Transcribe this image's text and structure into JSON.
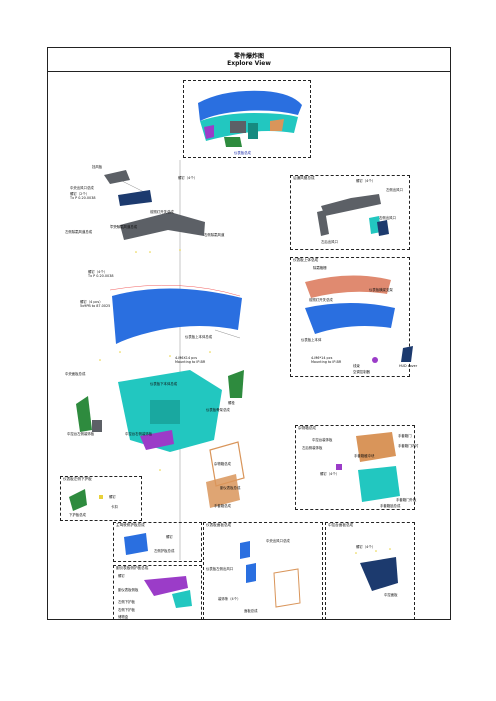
{
  "header": {
    "title_cn": "零件爆炸图",
    "title_en": "Explore View"
  },
  "top_assembly": {
    "caption": "仪表板总成"
  },
  "main": {
    "labels": [
      "挡风板",
      "中央出风口总成",
      "螺钉（4个）",
      "前照灯开关总成",
      "左侧除霜风道总成",
      "中央除霜风道总成",
      "右侧除霜风道",
      "仪表板上本体总成",
      "仪表板下本体总成",
      "中央面板总成",
      "仪表板骨架总成",
      "螺栓",
      "中控台左侧装饰板",
      "中控台右侧装饰板",
      "杂物箱总成",
      "副仪表板总成",
      "手套箱总成"
    ],
    "callouts": [
      "螺钉（2个）",
      "Tx P 0.20.0038",
      "螺钉（4个）",
      "Tx P 0.20.0038",
      "螺钉（4 pcs）",
      "5x9PB to 87.0025",
      "4-M6X14 pcs",
      "Mounting to IP-BR"
    ]
  },
  "boxes": {
    "right_top": {
      "title": "后通风管总成",
      "labels": [
        "螺钉（4个）",
        "左侧出风口",
        "右侧出风口",
        "左后出风口"
      ]
    },
    "right_mid": {
      "title": "仪表板上体总成",
      "labels": [
        "除霜格栅",
        "仪表板横梁支架",
        "前照灯开关总成",
        "仪表板上本体",
        "4-M6*14 pcs",
        "Mounting to IP-BR",
        "线束",
        "空调控制器",
        "HUD cover"
      ]
    },
    "right_lower": {
      "title": "杂物箱总成",
      "labels": [
        "中控台装饰板",
        "左后侧装饰板",
        "手套箱门",
        "手套箱门内衬",
        "手套箱缓冲块",
        "螺钉（4个）",
        "手套箱门外板",
        "手套箱锁总成"
      ]
    },
    "left_lower": {
      "title": "仪表板左侧下护板",
      "labels": [
        "螺钉",
        "卡扣",
        "下护板总成"
      ]
    },
    "bottom_a": {
      "title": "主驾驶侧护板总成",
      "labels": [
        "螺钉",
        "左侧护板总成"
      ]
    },
    "bottom_b": {
      "title": "副仪表板侧护板总成",
      "labels": [
        "螺钉",
        "副仪表板侧板",
        "左侧下护板",
        "右侧下护板",
        "储物盒"
      ]
    },
    "bottom_c": {
      "title": "仪表板面板总成",
      "labels": [
        "中央出风口总成",
        "仪表板左侧出风口",
        "装饰条（4个）",
        "面板总成"
      ]
    },
    "bottom_d": {
      "title": "中控台面板总成",
      "labels": [
        "螺钉（4个）",
        "中控面板"
      ]
    }
  },
  "colors": {
    "blue_part": "#2a6fe0",
    "cyan_part": "#22c7c0",
    "teal_part": "#168a80",
    "gray_part": "#5c6066",
    "orange_part": "#d9955a",
    "green_part": "#2e8b3e",
    "salmon_part": "#e08a70",
    "purple_part": "#9b3cc8",
    "navy_part": "#1c3a6e"
  }
}
